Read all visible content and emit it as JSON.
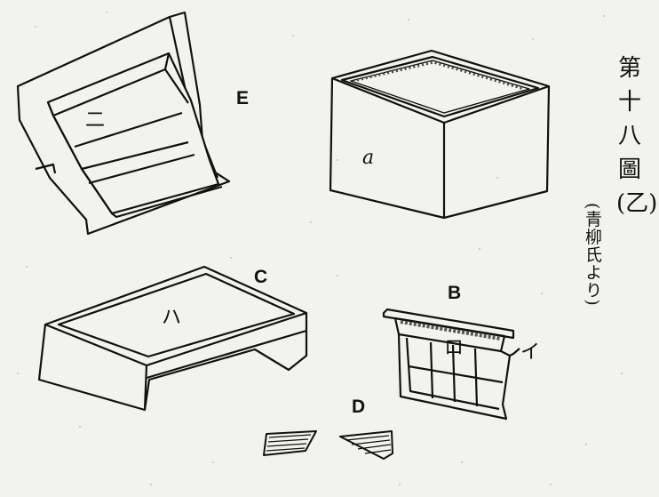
{
  "title": [
    "第",
    "十",
    "八",
    "圖",
    "(乙)"
  ],
  "source": "(青柳氏より)",
  "labels": {
    "E": "E",
    "E_inner": "二",
    "a": "a",
    "C": "C",
    "C_inner": "ハ",
    "B": "B",
    "B_inner": "ロ",
    "B_side": "イ",
    "D": "D"
  }
}
